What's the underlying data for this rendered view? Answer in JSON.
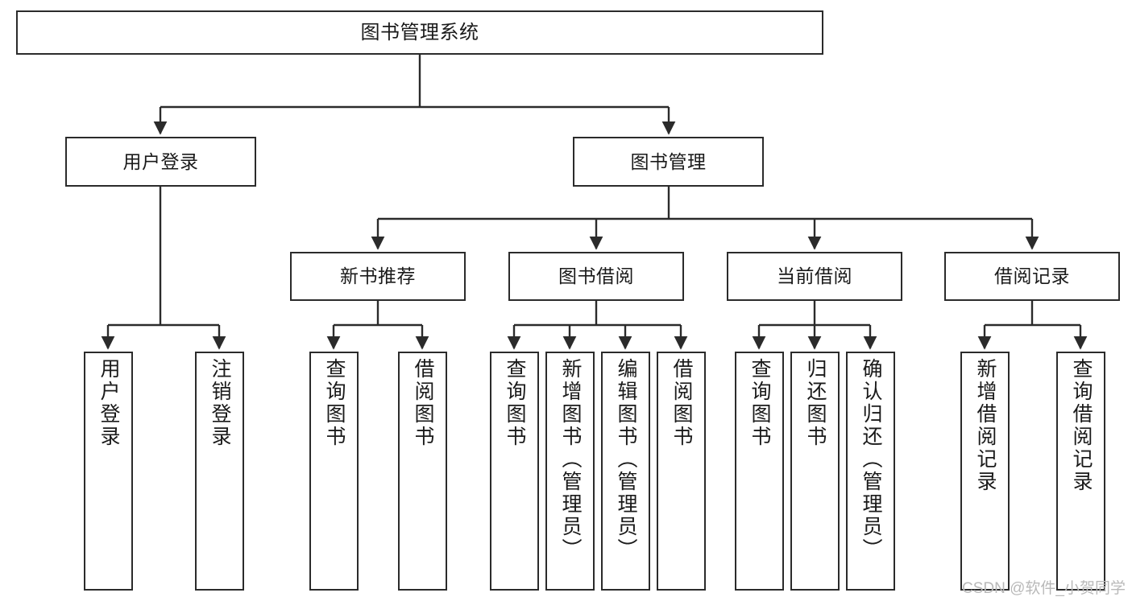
{
  "diagram": {
    "title": "图书管理系统",
    "type": "tree-hierarchy",
    "watermark": "CSDN @软件_小贺同学",
    "colors": {
      "stroke": "#2b2b2b",
      "fill": "#ffffff",
      "text": "#1a1a1a",
      "watermark": "#b9b9b9"
    }
  },
  "nodes": {
    "root": {
      "label": "图书管理系统"
    },
    "level2": [
      {
        "id": "user-login",
        "label": "用户登录"
      },
      {
        "id": "book-manage",
        "label": "图书管理"
      }
    ],
    "level3": [
      {
        "id": "new-book-recommend",
        "label": "新书推荐"
      },
      {
        "id": "book-borrow",
        "label": "图书借阅"
      },
      {
        "id": "current-borrow",
        "label": "当前借阅"
      },
      {
        "id": "borrow-record",
        "label": "借阅记录"
      }
    ],
    "leaves": {
      "user_login": [
        {
          "id": "leaf-user-login",
          "label": "用户登录"
        },
        {
          "id": "leaf-logout-login",
          "label": "注销登录"
        }
      ],
      "new_book_recommend": [
        {
          "id": "leaf-query-book-1",
          "label": "查询图书"
        },
        {
          "id": "leaf-borrow-book-1",
          "label": "借阅图书"
        }
      ],
      "book_borrow": [
        {
          "id": "leaf-query-book-2",
          "label": "查询图书"
        },
        {
          "id": "leaf-add-book",
          "label": "新增图书（管理员）"
        },
        {
          "id": "leaf-edit-book",
          "label": "编辑图书（管理员）"
        },
        {
          "id": "leaf-borrow-book-2",
          "label": "借阅图书"
        }
      ],
      "current_borrow": [
        {
          "id": "leaf-query-book-3",
          "label": "查询图书"
        },
        {
          "id": "leaf-return-book",
          "label": "归还图书"
        },
        {
          "id": "leaf-confirm-return",
          "label": "确认归还（管理员）"
        }
      ],
      "borrow_record": [
        {
          "id": "leaf-add-record",
          "label": "新增借阅记录"
        },
        {
          "id": "leaf-query-record",
          "label": "查询借阅记录"
        }
      ]
    }
  }
}
